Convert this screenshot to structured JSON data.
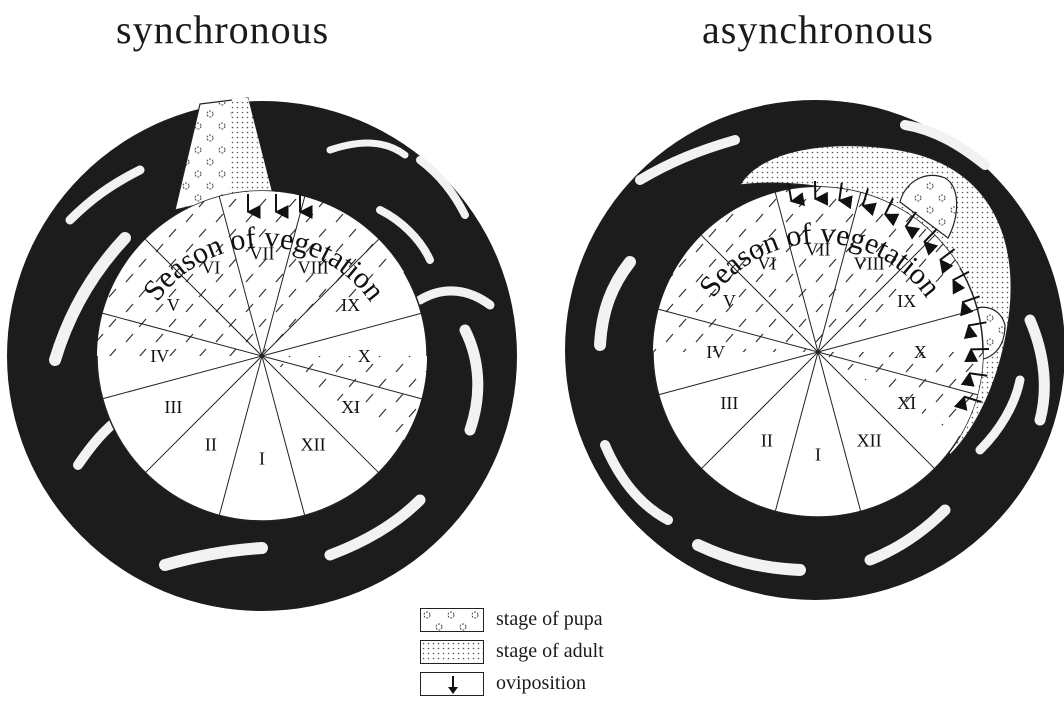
{
  "titles": {
    "left": "synchronous",
    "right": "asynchronous"
  },
  "season_label": "Season of vegetation",
  "month_labels": [
    "I",
    "II",
    "III",
    "IV",
    "V",
    "VI",
    "VII",
    "VIII",
    "IX",
    "X",
    "XI",
    "XII"
  ],
  "legend": [
    {
      "pattern": "pupa",
      "label": "stage of pupa"
    },
    {
      "pattern": "adult",
      "label": "stage of adult"
    },
    {
      "pattern": "oviposition",
      "label": "oviposition"
    }
  ],
  "colors": {
    "ring": "#1c1c1c",
    "line": "#222222",
    "background": "#ffffff"
  }
}
